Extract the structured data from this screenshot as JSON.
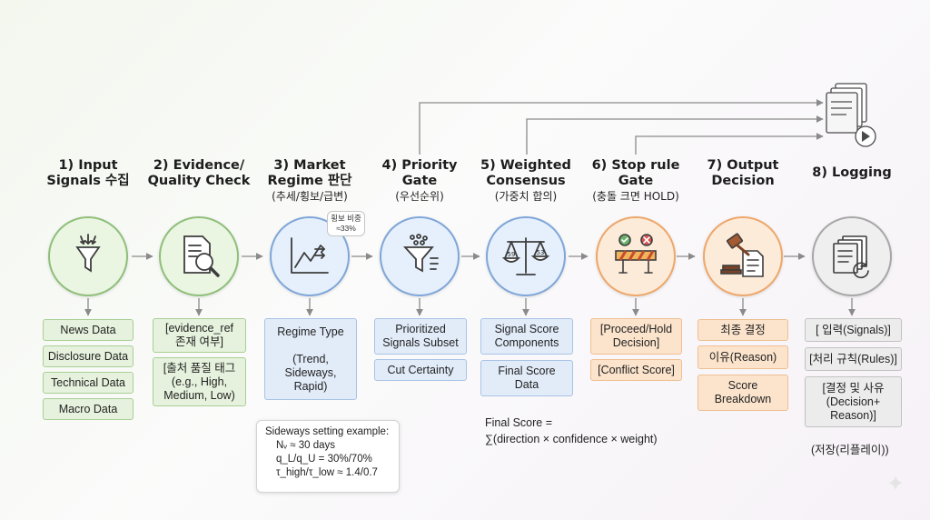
{
  "stages": [
    {
      "title": "1) Input\nSignals 수집",
      "subtitle": "",
      "icon": "funnel-icon",
      "color": "#8fbf7a",
      "items": [
        "News Data",
        "Disclosure Data",
        "Technical Data",
        "Macro Data"
      ]
    },
    {
      "title": "2) Evidence/\nQuality Check",
      "subtitle": "",
      "icon": "document-magnifier-icon",
      "color": "#8fbf7a",
      "items": [
        "[evidence_ref\n존재 여부]",
        "[출처 품질 태그\n(e.g., High,\nMedium, Low)"
      ]
    },
    {
      "title": "3) Market\nRegime 판단",
      "subtitle": "(추세/횡보/급변)",
      "icon": "trend-chart-icon",
      "color": "#7fa6d8",
      "items": [
        "Regime Type\n\n(Trend,\nSideways,\nRapid)"
      ]
    },
    {
      "title": "4) Priority\nGate",
      "subtitle": "(우선순위)",
      "icon": "priority-funnel-icon",
      "color": "#7fa6d8",
      "items": [
        "Prioritized\nSignals Subset",
        "Cut Certainty"
      ]
    },
    {
      "title": "5) Weighted\nConsensus",
      "subtitle": "(가중치 합의)",
      "icon": "balance-scale-icon",
      "color": "#7fa6d8",
      "items": [
        "Signal Score\nComponents",
        "Final Score\nData"
      ]
    },
    {
      "title": "6) Stop rule\nGate",
      "subtitle": "(충돌 크면 HOLD)",
      "icon": "barrier-icon",
      "color": "#eea76a",
      "items": [
        "[Proceed/Hold\nDecision]",
        "[Conflict Score]"
      ]
    },
    {
      "title": "7) Output\nDecision",
      "subtitle": "",
      "icon": "gavel-document-icon",
      "color": "#eea76a",
      "items": [
        "최종 결정",
        "이유(Reason)",
        "Score\nBreakdown"
      ]
    },
    {
      "title": "8) Logging",
      "subtitle": "",
      "icon": "stacked-documents-icon",
      "color": "#a7a7a7",
      "items": [
        "[ 입력(Signals)]",
        "[처리 규칙(Rules)]",
        "[결정 및 사유\n(Decision+\nReason)]"
      ]
    }
  ],
  "regime_callout": "횡보 비중\n≈33%",
  "scale_labels": {
    "left": "59",
    "right": "53"
  },
  "sideways_example": {
    "heading": "Sideways setting example:",
    "lines": [
      "Nᵥ ≈ 30 days",
      "q_L/q_U = 30%/70%",
      "τ_high/τ_low ≈ 1.4/0.7"
    ]
  },
  "final_score_formula": {
    "line1": "Final Score =",
    "line2": "∑(direction × confidence × weight)"
  },
  "logging_footer": "(저장(리플레이))",
  "colors": {
    "green": "#8fbf7a",
    "blue": "#7fa6d8",
    "orange": "#eea76a",
    "gray": "#a7a7a7",
    "arrow": "#8a8a8a"
  }
}
